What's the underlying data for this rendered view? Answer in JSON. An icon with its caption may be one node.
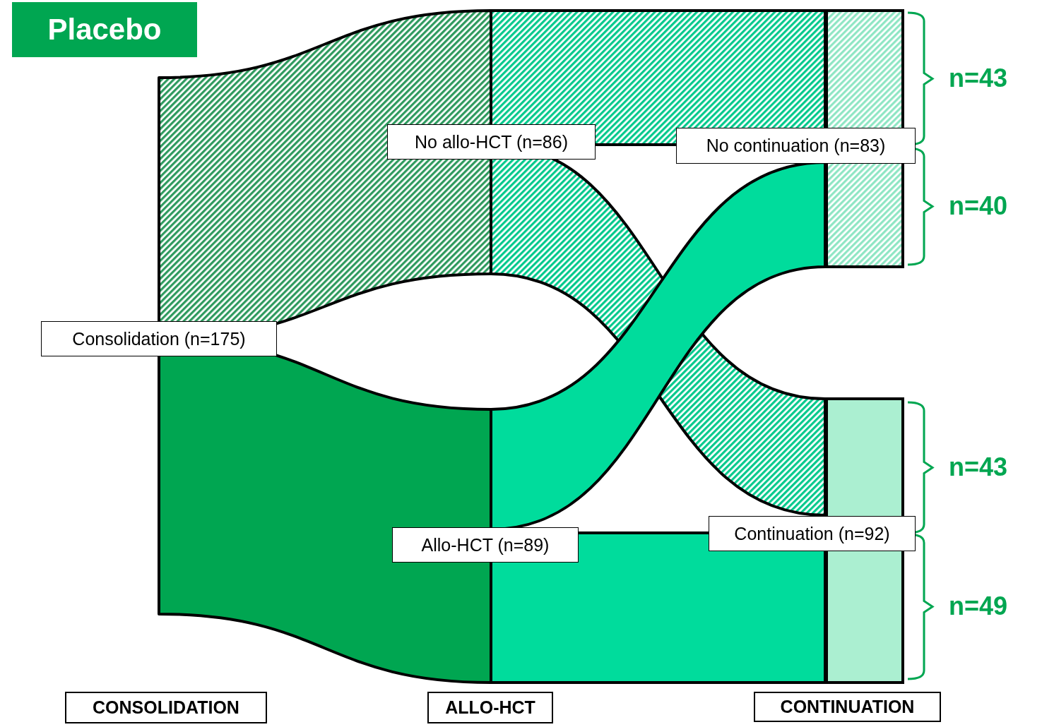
{
  "diagram": {
    "title": "Placebo",
    "nodes": [
      {
        "text": [
          "Consolidation (n=175)"
        ]
      },
      {
        "text": [
          "No allo-HCT (n=86)"
        ]
      },
      {
        "text": [
          "Allo-HCT (n=89)"
        ]
      },
      {
        "text": [
          "No continuation (n=83)"
        ]
      },
      {
        "text": [
          "Continuation (n=92)"
        ]
      },
      {
        "text": [
          "CONSOLIDATION"
        ]
      },
      {
        "text": [
          "ALLO-HCT"
        ]
      },
      {
        "text": [
          "CONTINUATION"
        ]
      },
      {
        "text": [],
        "shape": "bar"
      },
      {
        "text": [],
        "shape": "bar"
      }
    ],
    "edges": [
      {
        "from": 0,
        "to": 1,
        "arrow": "none",
        "color": "#2e9a5e"
      },
      {
        "from": 0,
        "to": 2,
        "arrow": "none",
        "color": "#00a651"
      },
      {
        "from": 1,
        "to": 3,
        "arrow": "none",
        "color": "#00c98c"
      },
      {
        "from": 1,
        "to": 4,
        "arrow": "none",
        "color": "#00c98c"
      },
      {
        "from": 2,
        "to": 3,
        "arrow": "none",
        "color": "#00dc9c"
      },
      {
        "from": 2,
        "to": 4,
        "arrow": "none",
        "color": "#00dc9c"
      }
    ],
    "labels": [
      "n=43",
      "n=40",
      "n=43",
      "n=49"
    ]
  }
}
